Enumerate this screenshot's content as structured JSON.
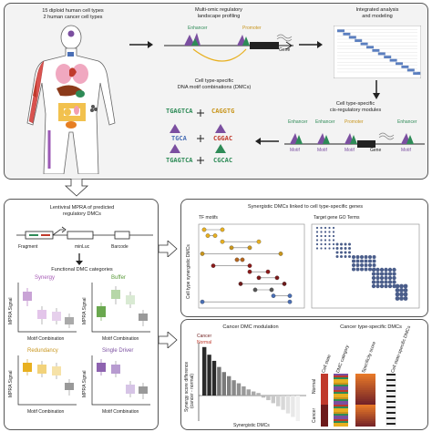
{
  "top": {
    "cells_line1": "15 diploid human cell types",
    "cells_line2": "2 human cancer cell types",
    "profiling_line1": "Multi-omic regulatory",
    "profiling_line2": "landscape profiling",
    "enhancer": "Enhancer",
    "promoter": "Promoter",
    "gene": "Gene",
    "analysis_line1": "Integrated analysis",
    "analysis_line2": "and modeling",
    "modules_line1": "Cell type-specific",
    "modules_line2": "cis-regulatory modules",
    "module_labels": [
      "Enhancer",
      "Enhancer",
      "Promoter",
      "Enhancer"
    ],
    "motif": "Motif",
    "motif_gene": "Gene",
    "dmc_line1": "Cell type-specific",
    "dmc_line2": "DNA motif combinations (DMCs)",
    "logo_left": [
      "TGAGTCA",
      "TGCA",
      "TGAGTCA"
    ],
    "logo_right": [
      "CAGGTG",
      "CGGAC",
      "CGCAC"
    ]
  },
  "mpra": {
    "title_line1": "Lentiviral MPRA of predicted",
    "title_line2": "regulatory DMCs",
    "fragment": "Fragment",
    "minluc": "minLuc",
    "barcode": "Barcode",
    "categories_title": "Functional DMC categories",
    "synergy": "Synergy",
    "buffer": "Buffer",
    "redundancy": "Redundancy",
    "single_driver": "Single Driver",
    "ylabel": "MPRA Signal",
    "xlabel": "Motif Combination"
  },
  "synergistic": {
    "title": "Synergistic DMCs linked to cell type-specific genes",
    "tf_motifs": "TF motifs",
    "go_terms": "Target gene GO Terms",
    "ylabel": "Cell type synergistic DMCs"
  },
  "cancer": {
    "title": "Cancer DMC modulation",
    "legend_cancer": "Cancer",
    "legend_normal": "Normal",
    "ylabel_line1": "Synergy score difference",
    "ylabel_line2": "(cancer - normal)",
    "xlabel": "Synergistic DMCs",
    "bars": [
      9.5,
      8.0,
      6.8,
      5.6,
      4.6,
      3.8,
      3.0,
      2.4,
      1.8,
      1.2,
      0.8,
      0.5,
      -0.4,
      -0.9,
      -1.5,
      -2.1,
      -2.8,
      -3.5,
      -4.2,
      -5.0
    ],
    "specific_title": "Cancer type-specific DMCs",
    "col_labels": [
      "Cell state",
      "DMC category",
      "Specificity score",
      "Cell state-specific DMCs"
    ],
    "row_normal": "Normal",
    "row_cancer": "Cancer"
  }
}
